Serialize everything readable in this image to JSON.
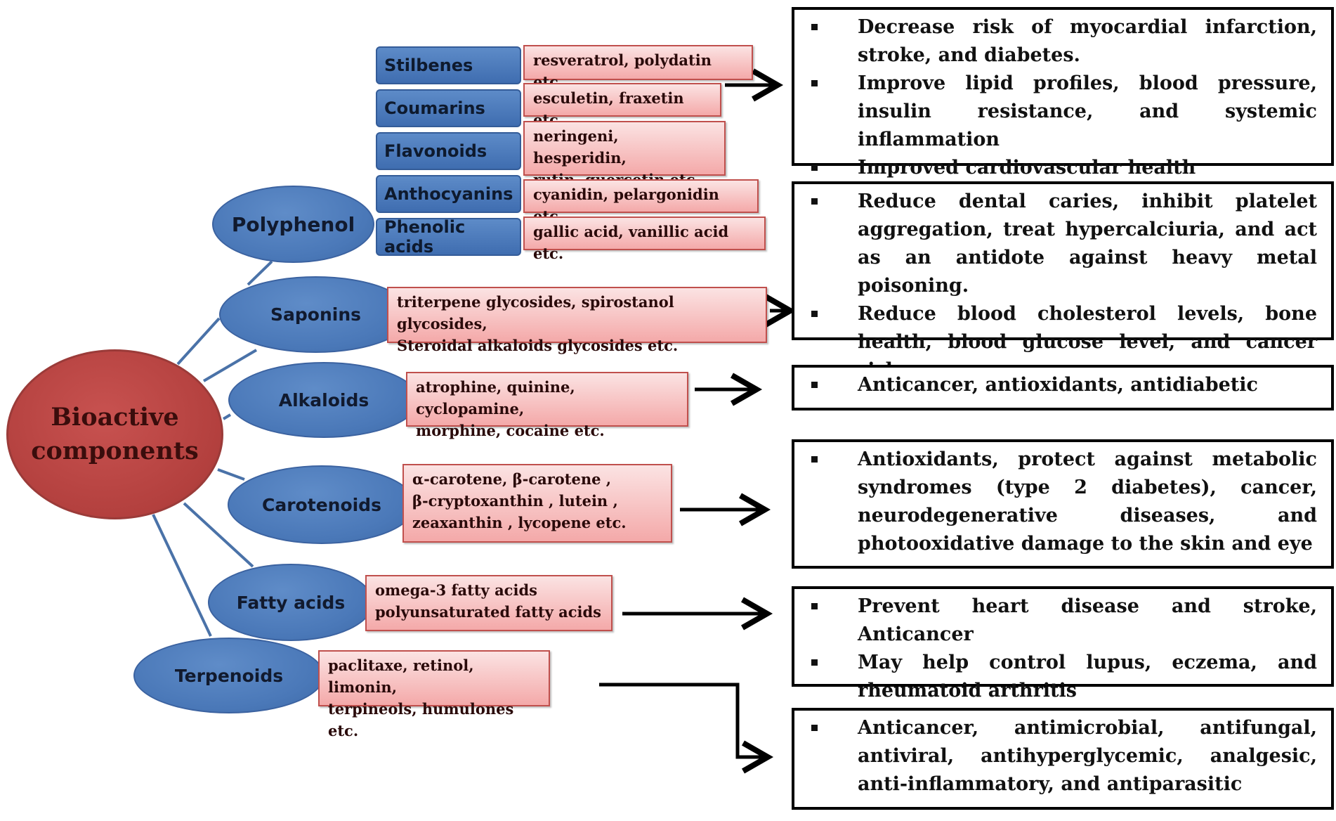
{
  "main_node": {
    "line1": "Bioactive",
    "line2": "components"
  },
  "polyphenol": {
    "label": "Polyphenol",
    "subclasses": [
      {
        "name": "Stilbenes",
        "examples": "resveratrol, polydatin etc."
      },
      {
        "name": "Coumarins",
        "examples": "esculetin, fraxetin etc."
      },
      {
        "name": "Flavonoids",
        "examples": "neringeni, hesperidin,\nrutin, quercetin etc."
      },
      {
        "name": "Anthocyanins",
        "examples": "cyanidin, pelargonidin etc."
      },
      {
        "name": "Phenolic acids",
        "examples": "gallic acid, vanillic acid etc."
      }
    ]
  },
  "classes": [
    {
      "label": "Saponins",
      "examples": "triterpene glycosides, spirostanol glycosides,\nSteroidal alkaloids glycosides etc."
    },
    {
      "label": "Alkaloids",
      "examples": "atrophine, quinine, cyclopamine,\n morphine, cocaine etc."
    },
    {
      "label": "Carotenoids",
      "examples": "α-carotene,  β-carotene ,\nβ-cryptoxanthin , lutein ,\nzeaxanthin , lycopene etc."
    },
    {
      "label": "Fatty acids",
      "examples": "omega-3 fatty acids\n polyunsaturated fatty acids"
    },
    {
      "label": "Terpenoids",
      "examples": "paclitaxe, retinol, limonin,\nterpineols, humulones etc."
    }
  ],
  "effects": [
    {
      "items": [
        "Decrease risk of myocardial infarction, stroke, and diabetes.",
        "Improve lipid profiles, blood pressure, insulin resistance, and systemic inflammation",
        "Improved cardiovascular health"
      ]
    },
    {
      "items": [
        "Reduce dental caries, inhibit platelet aggregation, treat hypercalciuria, and act as an antidote against heavy metal poisoning.",
        "Reduce blood cholesterol levels, bone health, blood glucose level, and cancer risk."
      ]
    },
    {
      "items": [
        "Anticancer, antioxidants,  antidiabetic"
      ]
    },
    {
      "items": [
        "Antioxidants, protect against metabolic syndromes (type 2 diabetes), cancer, neurodegenerative diseases, and photooxidative damage to the skin and eye"
      ]
    },
    {
      "items": [
        "Prevent heart disease and stroke, Anticancer",
        "May help control lupus, eczema, and rheumatoid arthritis"
      ]
    },
    {
      "items": [
        "Anticancer, antimicrobial, antifungal, antiviral, antihyperglycemic, analgesic, anti-inflammatory, and antiparasitic"
      ]
    }
  ]
}
